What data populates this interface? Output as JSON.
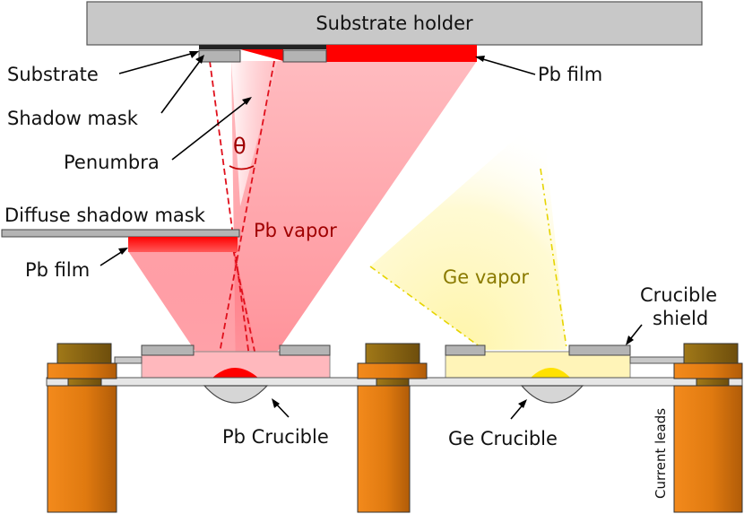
{
  "labels": {
    "substrate_holder": "Substrate holder",
    "substrate": "Substrate",
    "shadow_mask": "Shadow mask",
    "penumbra": "Penumbra",
    "theta": "θ",
    "diffuse_shadow_mask": "Diffuse shadow mask",
    "pb_film_top": "Pb film",
    "pb_film_left": "Pb film",
    "pb_vapor": "Pb vapor",
    "ge_vapor": "Ge vapor",
    "crucible_shield_line1": "Crucible",
    "crucible_shield_line2": "shield",
    "pb_crucible": "Pb Crucible",
    "ge_crucible": "Ge Crucible",
    "current_leads": "Current leads"
  },
  "colors": {
    "pb_film": "#ff0000",
    "pb_vapor": "#ffb3b8",
    "ge_vapor": "#fff2a0",
    "ge_drop": "#ffe100",
    "holder": "#c8c8c8",
    "mask": "#b4b4b4",
    "post": "#e07a10",
    "nut": "#8a6414",
    "crucible": "#cfcfcf",
    "pb_vapor_label": "#a00000",
    "ge_vapor_label": "#8a7a00"
  }
}
